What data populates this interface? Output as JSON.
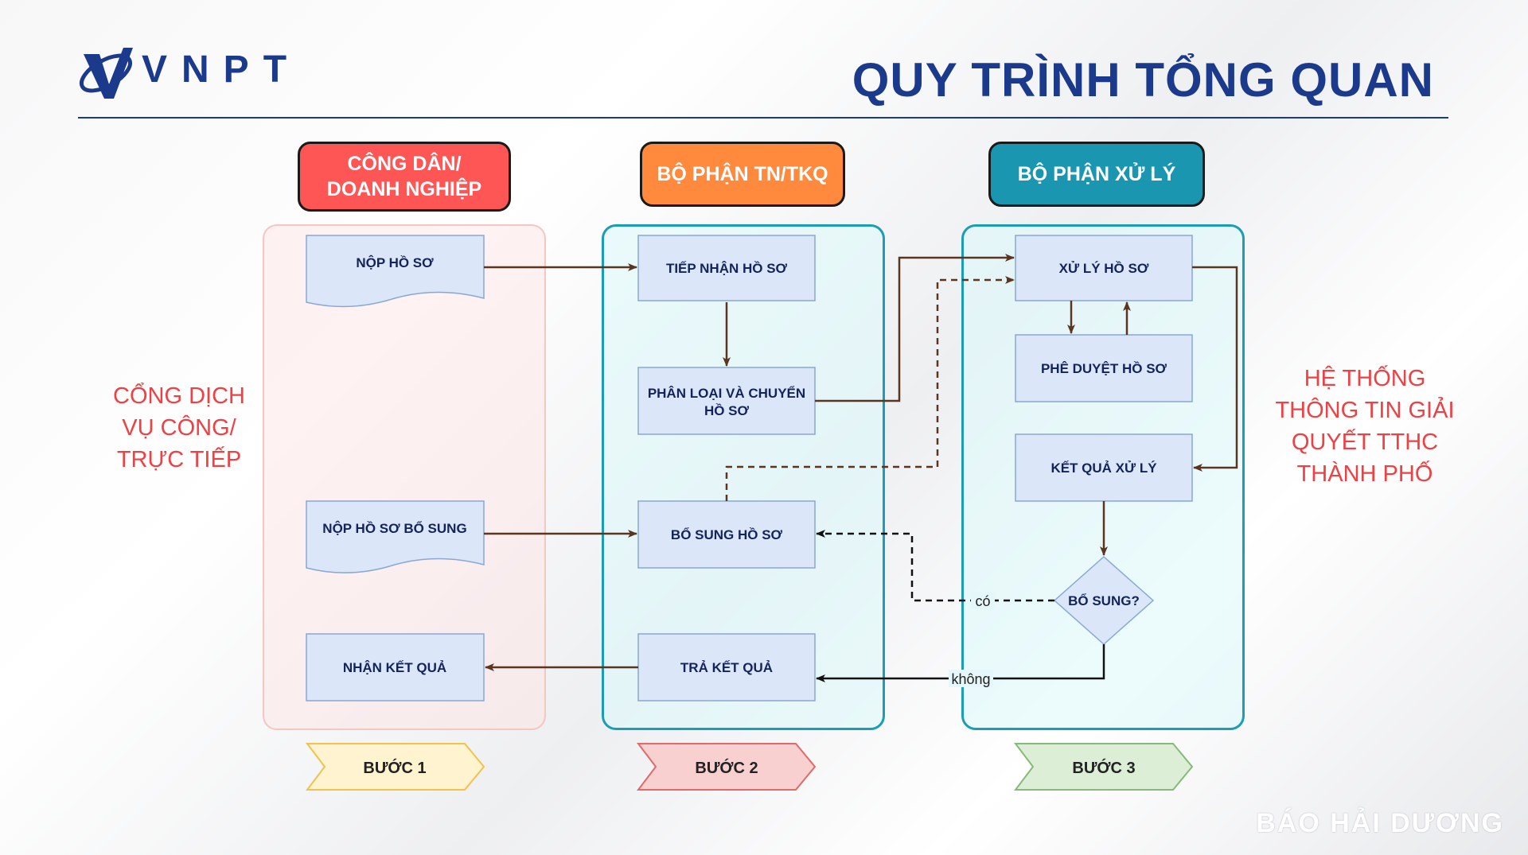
{
  "header": {
    "logo_text": "VNPT",
    "title": "QUY TRÌNH TỔNG QUAN"
  },
  "lanes": [
    {
      "header": "CÔNG DÂN/\nDOANH NGHIỆP",
      "color": "#fe5555"
    },
    {
      "header": "BỘ PHẬN TN/TKQ",
      "color": "#ff8a3d"
    },
    {
      "header": "BỘ PHẬN XỬ LÝ",
      "color": "#1b96b0"
    }
  ],
  "side_labels": {
    "left": "CỔNG DỊCH\nVỤ CÔNG/\nTRỰC TIẾP",
    "right": "HỆ THỐNG\nTHÔNG TIN GIẢI\nQUYẾT TTHC\nTHÀNH PHỐ"
  },
  "nodes": {
    "nop_ho_so": "NỘP HỒ SƠ",
    "nop_ho_so_bo_sung": "NỘP HỒ SƠ BỔ SUNG",
    "nhan_ket_qua": "NHẬN KẾT QUẢ",
    "tiep_nhan_ho_so": "TIẾP NHẬN HỒ SƠ",
    "phan_loai_line1": "PHÂN LOẠI VÀ CHUYỂN",
    "phan_loai_line2": "HỒ SƠ",
    "bo_sung_ho_so": "BỔ SUNG HỒ SƠ",
    "tra_ket_qua": "TRẢ KẾT QUẢ",
    "xu_ly_ho_so": "XỬ LÝ HỒ SƠ",
    "phe_duyet_ho_so": "PHÊ DUYỆT HỒ SƠ",
    "ket_qua_xu_ly": "KẾT QUẢ XỬ LÝ",
    "bo_sung_decision": "BỔ SUNG?"
  },
  "edge_labels": {
    "yes": "có",
    "no": "không"
  },
  "steps": [
    {
      "label": "BƯỚC 1",
      "color": "#fff3d0",
      "border": "#f2c14e"
    },
    {
      "label": "BƯỚC 2",
      "color": "#f8d0d0",
      "border": "#e06a6a"
    },
    {
      "label": "BƯỚC 3",
      "color": "#dcefd6",
      "border": "#86b97a"
    }
  ],
  "watermark": "BÁO HẢI DƯƠNG"
}
